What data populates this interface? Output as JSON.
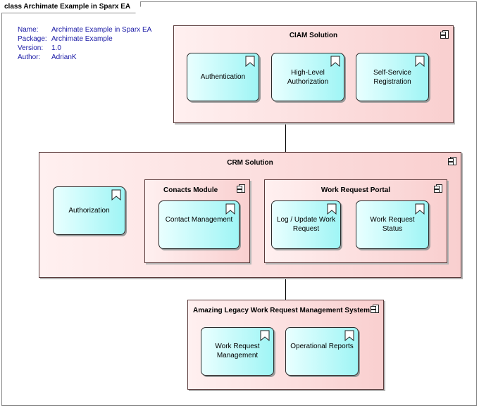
{
  "frame": {
    "title": "class Archimate Example in Sparx EA"
  },
  "notes": {
    "name_label": "Name:",
    "name_value": "Archimate Example in Sparx EA",
    "package_label": "Package:",
    "package_value": "Archimate Example",
    "version_label": "Version:",
    "version_value": "1.0",
    "author_label": "Author:",
    "author_value": "AdrianK"
  },
  "ciam": {
    "title": "CIAM Solution",
    "services": [
      "Authentication",
      "High-Level Authorization",
      "Self-Service Registration"
    ]
  },
  "crm": {
    "title": "CRM Solution",
    "authorization": "Authorization",
    "contacts_module": {
      "title": "Conacts Module",
      "service": "Contact Management"
    },
    "work_request_portal": {
      "title": "Work Request Portal",
      "services": [
        "Log / Update Work Request",
        "Work Request Status"
      ]
    }
  },
  "legacy": {
    "title": "Amazing Legacy Work Request Management System",
    "services": [
      "Work Request Management",
      "Operational Reports"
    ]
  },
  "colors": {
    "component_fill_light": "#fff0f0",
    "component_fill_dark": "#f9cfcf",
    "service_fill_light": "#e9ffff",
    "service_fill_dark": "#9ff5f5",
    "notes_text": "#1a1aa6"
  }
}
